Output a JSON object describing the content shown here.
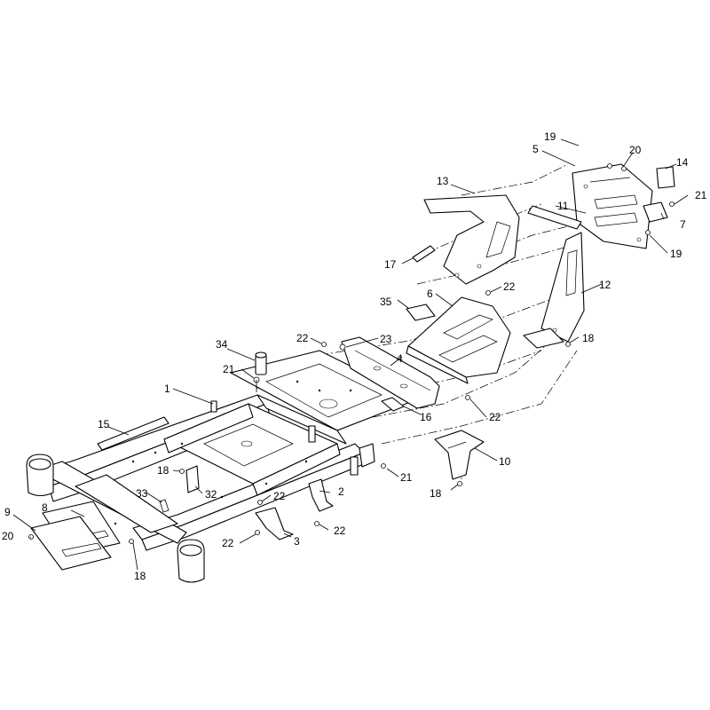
{
  "callouts": {
    "c1": "1",
    "c2": "2",
    "c3": "3",
    "c4": "4",
    "c5": "5",
    "c6": "6",
    "c7": "7",
    "c8": "8",
    "c9": "9",
    "c10": "10",
    "c11": "11",
    "c12": "12",
    "c13": "13",
    "c14": "14",
    "c15": "15",
    "c16": "16",
    "c17": "17",
    "c18a": "18",
    "c18b": "18",
    "c18c": "18",
    "c18d": "18",
    "c19a": "19",
    "c19b": "19",
    "c20a": "20",
    "c20b": "20",
    "c21a": "21",
    "c21b": "21",
    "c21c": "21",
    "c22a": "22",
    "c22b": "22",
    "c22c": "22",
    "c22d": "22",
    "c22e": "22",
    "c22f": "22",
    "c23": "23",
    "c32": "32",
    "c33": "33",
    "c34": "34",
    "c35": "35"
  },
  "style": {
    "line_color": "#000000",
    "background": "#ffffff"
  }
}
